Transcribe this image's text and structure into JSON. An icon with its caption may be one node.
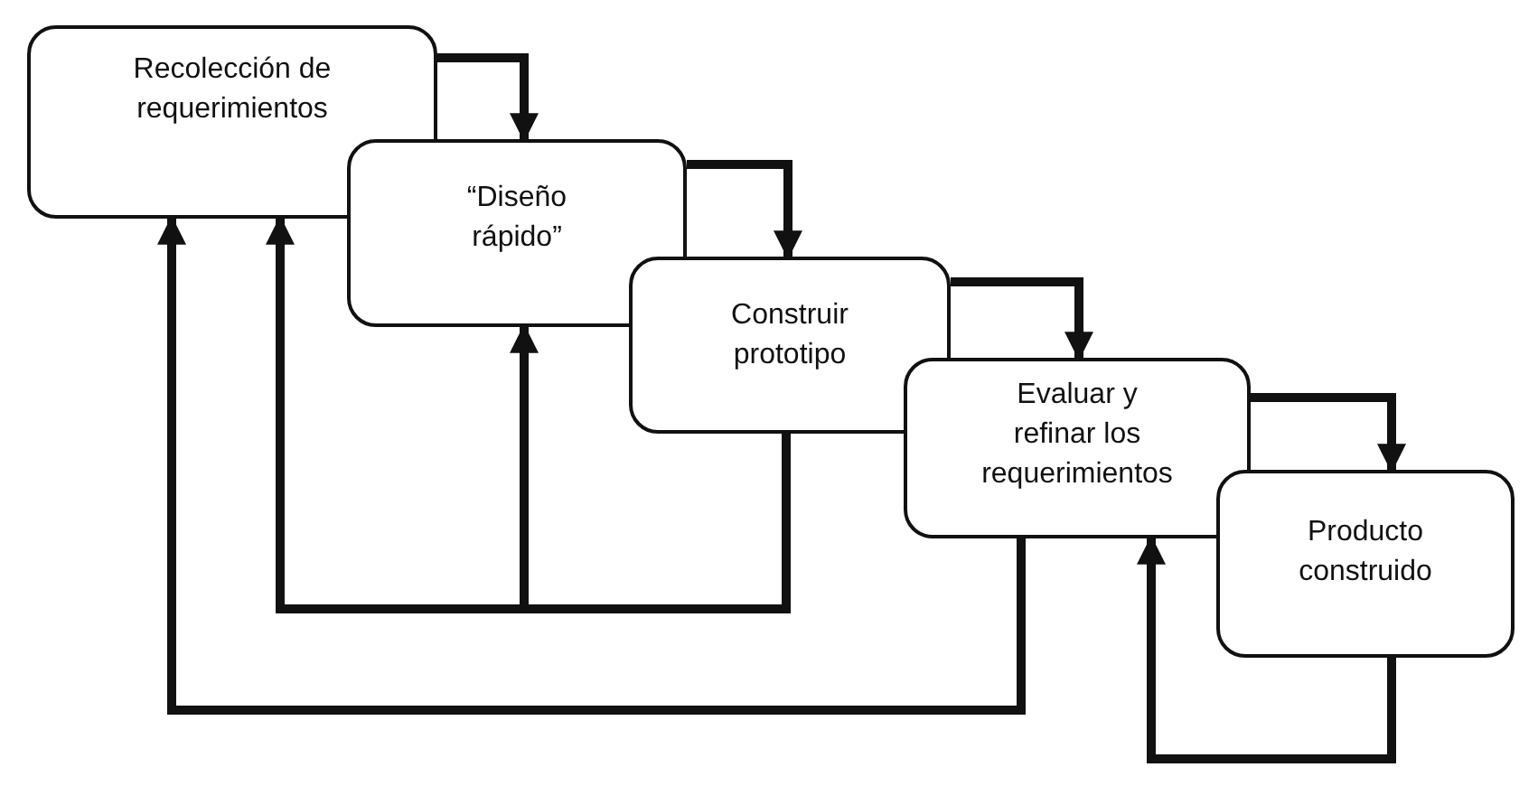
{
  "diagram": {
    "nodes": [
      {
        "text": [
          "Recolección de requerimientos"
        ]
      },
      {
        "text": [
          "“Diseño rápido”"
        ]
      },
      {
        "text": [
          "Construir prototipo"
        ]
      },
      {
        "text": [
          "Evaluar y refinar los requerimientos"
        ]
      },
      {
        "text": [
          "Producto construido"
        ]
      }
    ],
    "edges": [
      {
        "from": 0,
        "to": 1,
        "arrow": "to"
      },
      {
        "from": 1,
        "to": 2,
        "arrow": "to"
      },
      {
        "from": 2,
        "to": 3,
        "arrow": "to"
      },
      {
        "from": 3,
        "to": 4,
        "arrow": "to"
      },
      {
        "from": 2,
        "to": 0,
        "arrow": "to"
      },
      {
        "from": 2,
        "to": 1,
        "arrow": "to"
      },
      {
        "from": 3,
        "to": 0,
        "arrow": "to"
      },
      {
        "from": 4,
        "to": 3,
        "arrow": "to"
      }
    ]
  }
}
